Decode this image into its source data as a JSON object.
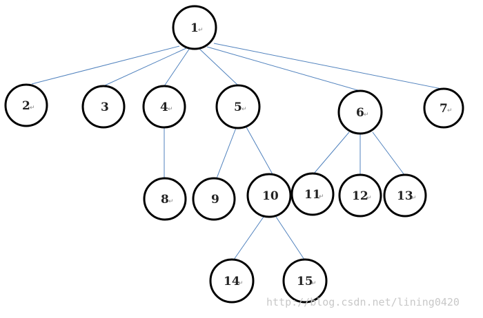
{
  "diagram": {
    "type": "tree",
    "nodes": [
      {
        "id": "1",
        "label": "1",
        "return_mark": true
      },
      {
        "id": "2",
        "label": "2",
        "return_mark": true
      },
      {
        "id": "3",
        "label": "3",
        "return_mark": false
      },
      {
        "id": "4",
        "label": "4",
        "return_mark": true
      },
      {
        "id": "5",
        "label": "5",
        "return_mark": true
      },
      {
        "id": "6",
        "label": "6",
        "return_mark": true
      },
      {
        "id": "7",
        "label": "7",
        "return_mark": true
      },
      {
        "id": "8",
        "label": "8",
        "return_mark": true
      },
      {
        "id": "9",
        "label": "9",
        "return_mark": false
      },
      {
        "id": "10",
        "label": "10",
        "return_mark": false
      },
      {
        "id": "11",
        "label": "11",
        "return_mark": true
      },
      {
        "id": "12",
        "label": "12",
        "return_mark": true
      },
      {
        "id": "13",
        "label": "13",
        "return_mark": true
      },
      {
        "id": "14",
        "label": "14",
        "return_mark": true
      },
      {
        "id": "15",
        "label": "15",
        "return_mark": true
      }
    ],
    "edges": [
      [
        "1",
        "2"
      ],
      [
        "1",
        "3"
      ],
      [
        "1",
        "4"
      ],
      [
        "1",
        "5"
      ],
      [
        "1",
        "6"
      ],
      [
        "1",
        "7"
      ],
      [
        "4",
        "8"
      ],
      [
        "5",
        "9"
      ],
      [
        "5",
        "10"
      ],
      [
        "6",
        "11"
      ],
      [
        "6",
        "12"
      ],
      [
        "6",
        "13"
      ],
      [
        "10",
        "14"
      ],
      [
        "10",
        "15"
      ]
    ],
    "return_glyph": "↵"
  },
  "corner_mark": "↵",
  "watermark": "http://blog.csdn.net/lining0420",
  "colors": {
    "edge": "#4f81bd",
    "node_stroke": "#000000",
    "label": "#222222"
  }
}
